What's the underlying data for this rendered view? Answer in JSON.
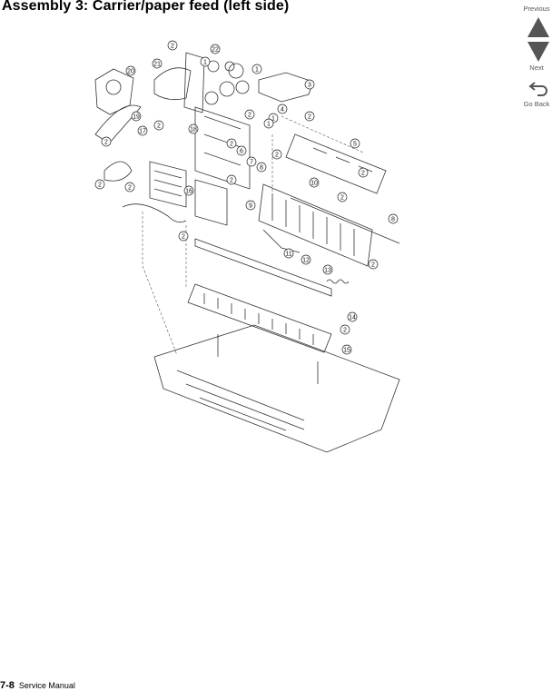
{
  "page": {
    "title": "Assembly 3:  Carrier/paper feed (left side)",
    "footer_page": "7-8",
    "footer_text": "Service Manual"
  },
  "nav": {
    "previous_label": "Previous",
    "next_label": "Next",
    "go_back_label": "Go Back"
  },
  "callouts": [
    "1",
    "1",
    "1",
    "1",
    "2",
    "2",
    "2",
    "2",
    "2",
    "2",
    "2",
    "2",
    "2",
    "2",
    "2",
    "2",
    "2",
    "2",
    "2",
    "3",
    "4",
    "5",
    "6",
    "7",
    "8",
    "8",
    "9",
    "10",
    "11",
    "12",
    "13",
    "14",
    "15",
    "16",
    "17",
    "18",
    "19",
    "20",
    "21",
    "22"
  ],
  "colors": {
    "nav_icon": "#555555",
    "line": "#333333"
  }
}
